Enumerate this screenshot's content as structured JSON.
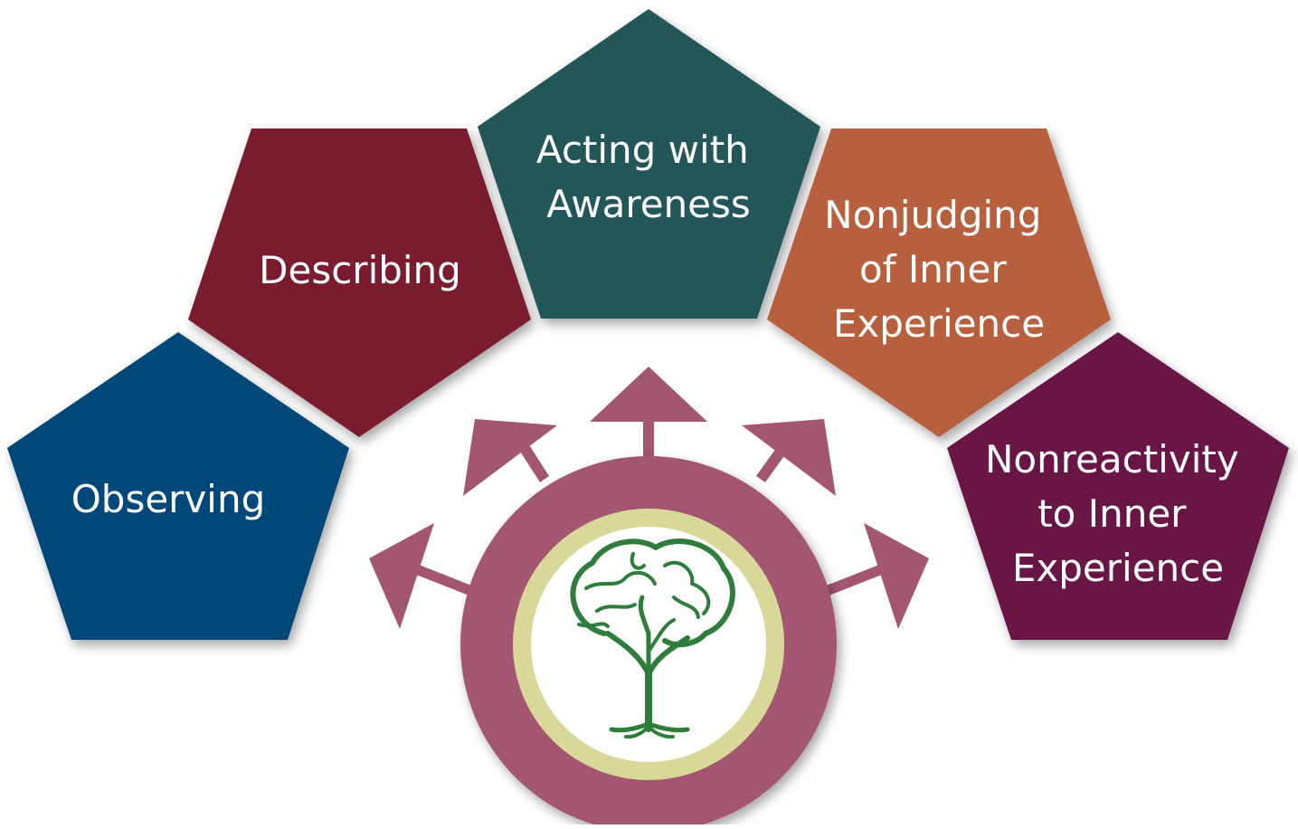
{
  "pentagons": [
    {
      "id": "observing",
      "lines": [
        "Observing"
      ],
      "color": "#05477A"
    },
    {
      "id": "describing",
      "lines": [
        "Describing"
      ],
      "color": "#7A1B2E"
    },
    {
      "id": "acting",
      "lines": [
        "Acting with",
        "Awareness"
      ],
      "color": "#225758"
    },
    {
      "id": "nonjudging",
      "lines": [
        "Nonjudging",
        "of Inner",
        "Experience"
      ],
      "color": "#B85E3C"
    },
    {
      "id": "nonreactivity",
      "lines": [
        "Nonreactivity",
        "to Inner",
        "Experience"
      ],
      "color": "#691847"
    }
  ],
  "hub": {
    "arrow_color": "#A35572",
    "ring_color": "#A35572",
    "inner_ring_color": "#D8D999",
    "center_color": "#FFFFFF",
    "emblem": "brain-tree-icon",
    "emblem_color": "#2E7D3A"
  }
}
